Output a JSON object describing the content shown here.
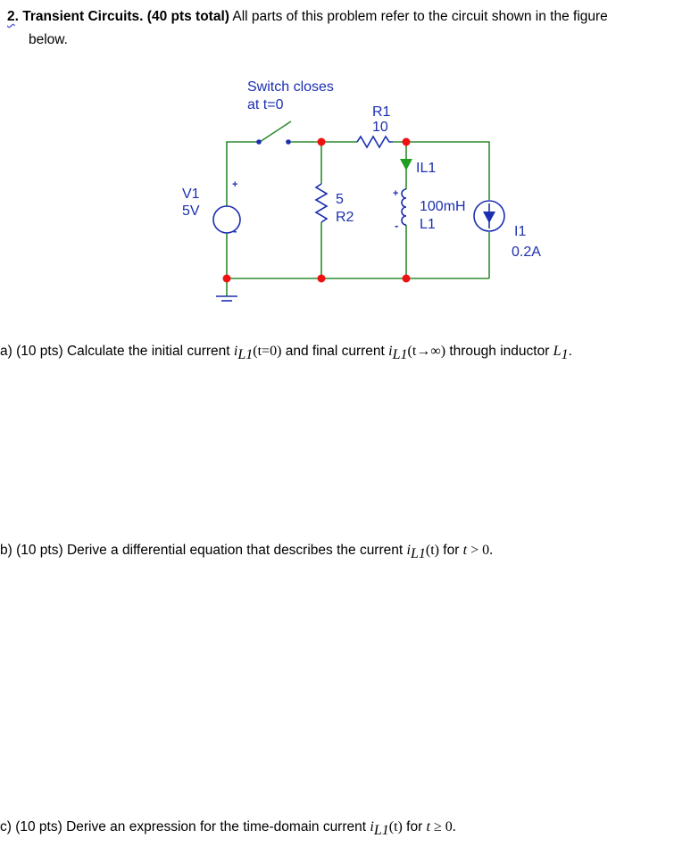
{
  "problem": {
    "number": "2",
    "dot": ".",
    "title": "Transient Circuits. (40 pts total)",
    "intro": " All parts of this problem refer to the circuit shown in the figure",
    "intro_line2": "below."
  },
  "circuit": {
    "switch_label_1": "Switch closes",
    "switch_label_2": "at t=0",
    "r1_name": "R1",
    "r1_value": "10",
    "r2_value": "5",
    "r2_name": "R2",
    "v1_name": "V1",
    "v1_value": "5V",
    "il1_label": "IL1",
    "l1_value": "100mH",
    "l1_name": "L1",
    "i1_name": "I1",
    "i1_value": "0.2A",
    "plus": "+",
    "minus": "-",
    "colors": {
      "wire": "#2f8a2f",
      "component": "#1c2fb0",
      "node": "#ee1111",
      "arrow": "#1f9e1f"
    }
  },
  "questions": {
    "a": {
      "prefix": "a)  (10 pts) Calculate the initial current ",
      "i": "i",
      "sub": "L1",
      "arg0": "(t=0)",
      "mid": " and final current ",
      "arg1": "(t→∞)",
      "suffix": " through inductor ",
      "L": "L",
      "Lsub": "1",
      "end": "."
    },
    "b": {
      "prefix": "b) (10 pts) Derive a differential equation that describes the current ",
      "i": "i",
      "sub": "L1",
      "arg": "(t)",
      "for": " for ",
      "t": "t",
      "cond": " > 0."
    },
    "c": {
      "prefix": "c) (10 pts) Derive an expression for the time-domain current ",
      "i": "i",
      "sub": "L1",
      "arg": "(t)",
      "for": " for ",
      "t": "t",
      "cond": " ≥ 0."
    }
  }
}
